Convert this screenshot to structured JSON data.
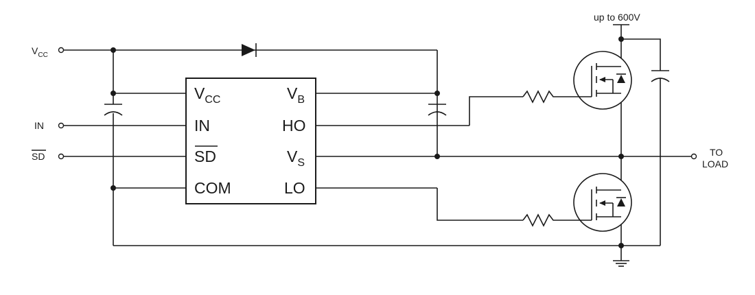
{
  "diagram": {
    "inputs": {
      "vcc": {
        "main": "V",
        "sub": "CC"
      },
      "in": "IN",
      "sd": "SD"
    },
    "ic": {
      "left_pins": [
        {
          "main": "V",
          "sub": "CC"
        },
        {
          "main": "IN",
          "sub": ""
        },
        {
          "main": "SD",
          "sub": ""
        },
        {
          "main": "COM",
          "sub": ""
        }
      ],
      "right_pins": [
        {
          "main": "V",
          "sub": "B"
        },
        {
          "main": "HO",
          "sub": ""
        },
        {
          "main": "V",
          "sub": "S"
        },
        {
          "main": "LO",
          "sub": ""
        }
      ]
    },
    "supply_label": "up to 600V",
    "output_label_line1": "TO",
    "output_label_line2": "LOAD",
    "colors": {
      "wire": "#1a1a1a",
      "background": "#ffffff"
    }
  }
}
